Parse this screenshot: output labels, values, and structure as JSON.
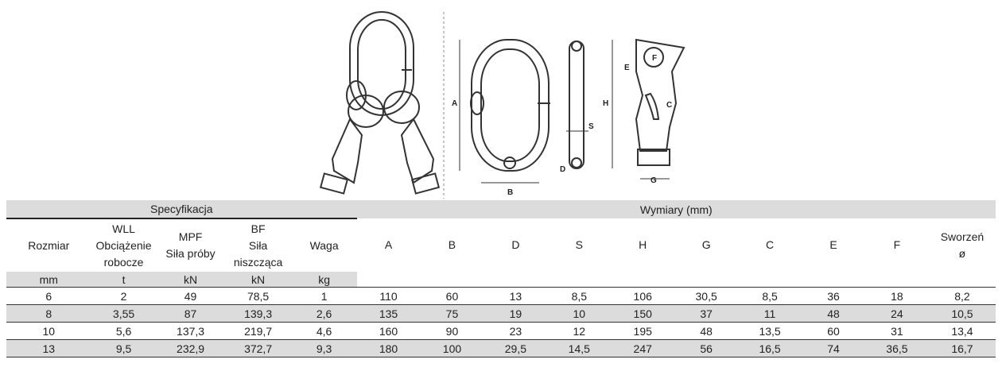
{
  "group_headers": {
    "spec": "Specyfikacja",
    "dims": "Wymiary (mm)"
  },
  "drawing_labels": {
    "A": "A",
    "B": "B",
    "D": "D",
    "S": "S",
    "H": "H",
    "E": "E",
    "F": "F",
    "C": "C",
    "G": "G"
  },
  "columns": [
    {
      "key": "size",
      "lines": [
        "Rozmiar"
      ],
      "unit": "mm"
    },
    {
      "key": "wll",
      "lines": [
        "WLL",
        "Obciążenie",
        "robocze"
      ],
      "unit": "t"
    },
    {
      "key": "mpf",
      "lines": [
        "MPF",
        "Siła próby"
      ],
      "unit": "kN"
    },
    {
      "key": "bf",
      "lines": [
        "BF",
        "Siła",
        "niszcząca"
      ],
      "unit": "kN"
    },
    {
      "key": "weight",
      "lines": [
        "Waga"
      ],
      "unit": "kg"
    },
    {
      "key": "A",
      "lines": [
        "A"
      ],
      "unit": ""
    },
    {
      "key": "B",
      "lines": [
        "B"
      ],
      "unit": ""
    },
    {
      "key": "D",
      "lines": [
        "D"
      ],
      "unit": ""
    },
    {
      "key": "S",
      "lines": [
        "S"
      ],
      "unit": ""
    },
    {
      "key": "H",
      "lines": [
        "H"
      ],
      "unit": ""
    },
    {
      "key": "G",
      "lines": [
        "G"
      ],
      "unit": ""
    },
    {
      "key": "C",
      "lines": [
        "C"
      ],
      "unit": ""
    },
    {
      "key": "E",
      "lines": [
        "E"
      ],
      "unit": ""
    },
    {
      "key": "F",
      "lines": [
        "F"
      ],
      "unit": ""
    },
    {
      "key": "pin",
      "lines": [
        "Sworzeń",
        "ø"
      ],
      "unit": ""
    }
  ],
  "rows": [
    [
      "6",
      "2",
      "49",
      "78,5",
      "1",
      "110",
      "60",
      "13",
      "8,5",
      "106",
      "30,5",
      "8,5",
      "36",
      "18",
      "8,2"
    ],
    [
      "8",
      "3,55",
      "87",
      "139,3",
      "2,6",
      "135",
      "75",
      "19",
      "10",
      "150",
      "37",
      "11",
      "48",
      "24",
      "10,5"
    ],
    [
      "10",
      "5,6",
      "137,3",
      "219,7",
      "4,6",
      "160",
      "90",
      "23",
      "12",
      "195",
      "48",
      "13,5",
      "60",
      "31",
      "13,4"
    ],
    [
      "13",
      "9,5",
      "232,9",
      "372,7",
      "9,3",
      "180",
      "100",
      "29,5",
      "14,5",
      "247",
      "56",
      "16,5",
      "74",
      "36,5",
      "16,7"
    ]
  ]
}
